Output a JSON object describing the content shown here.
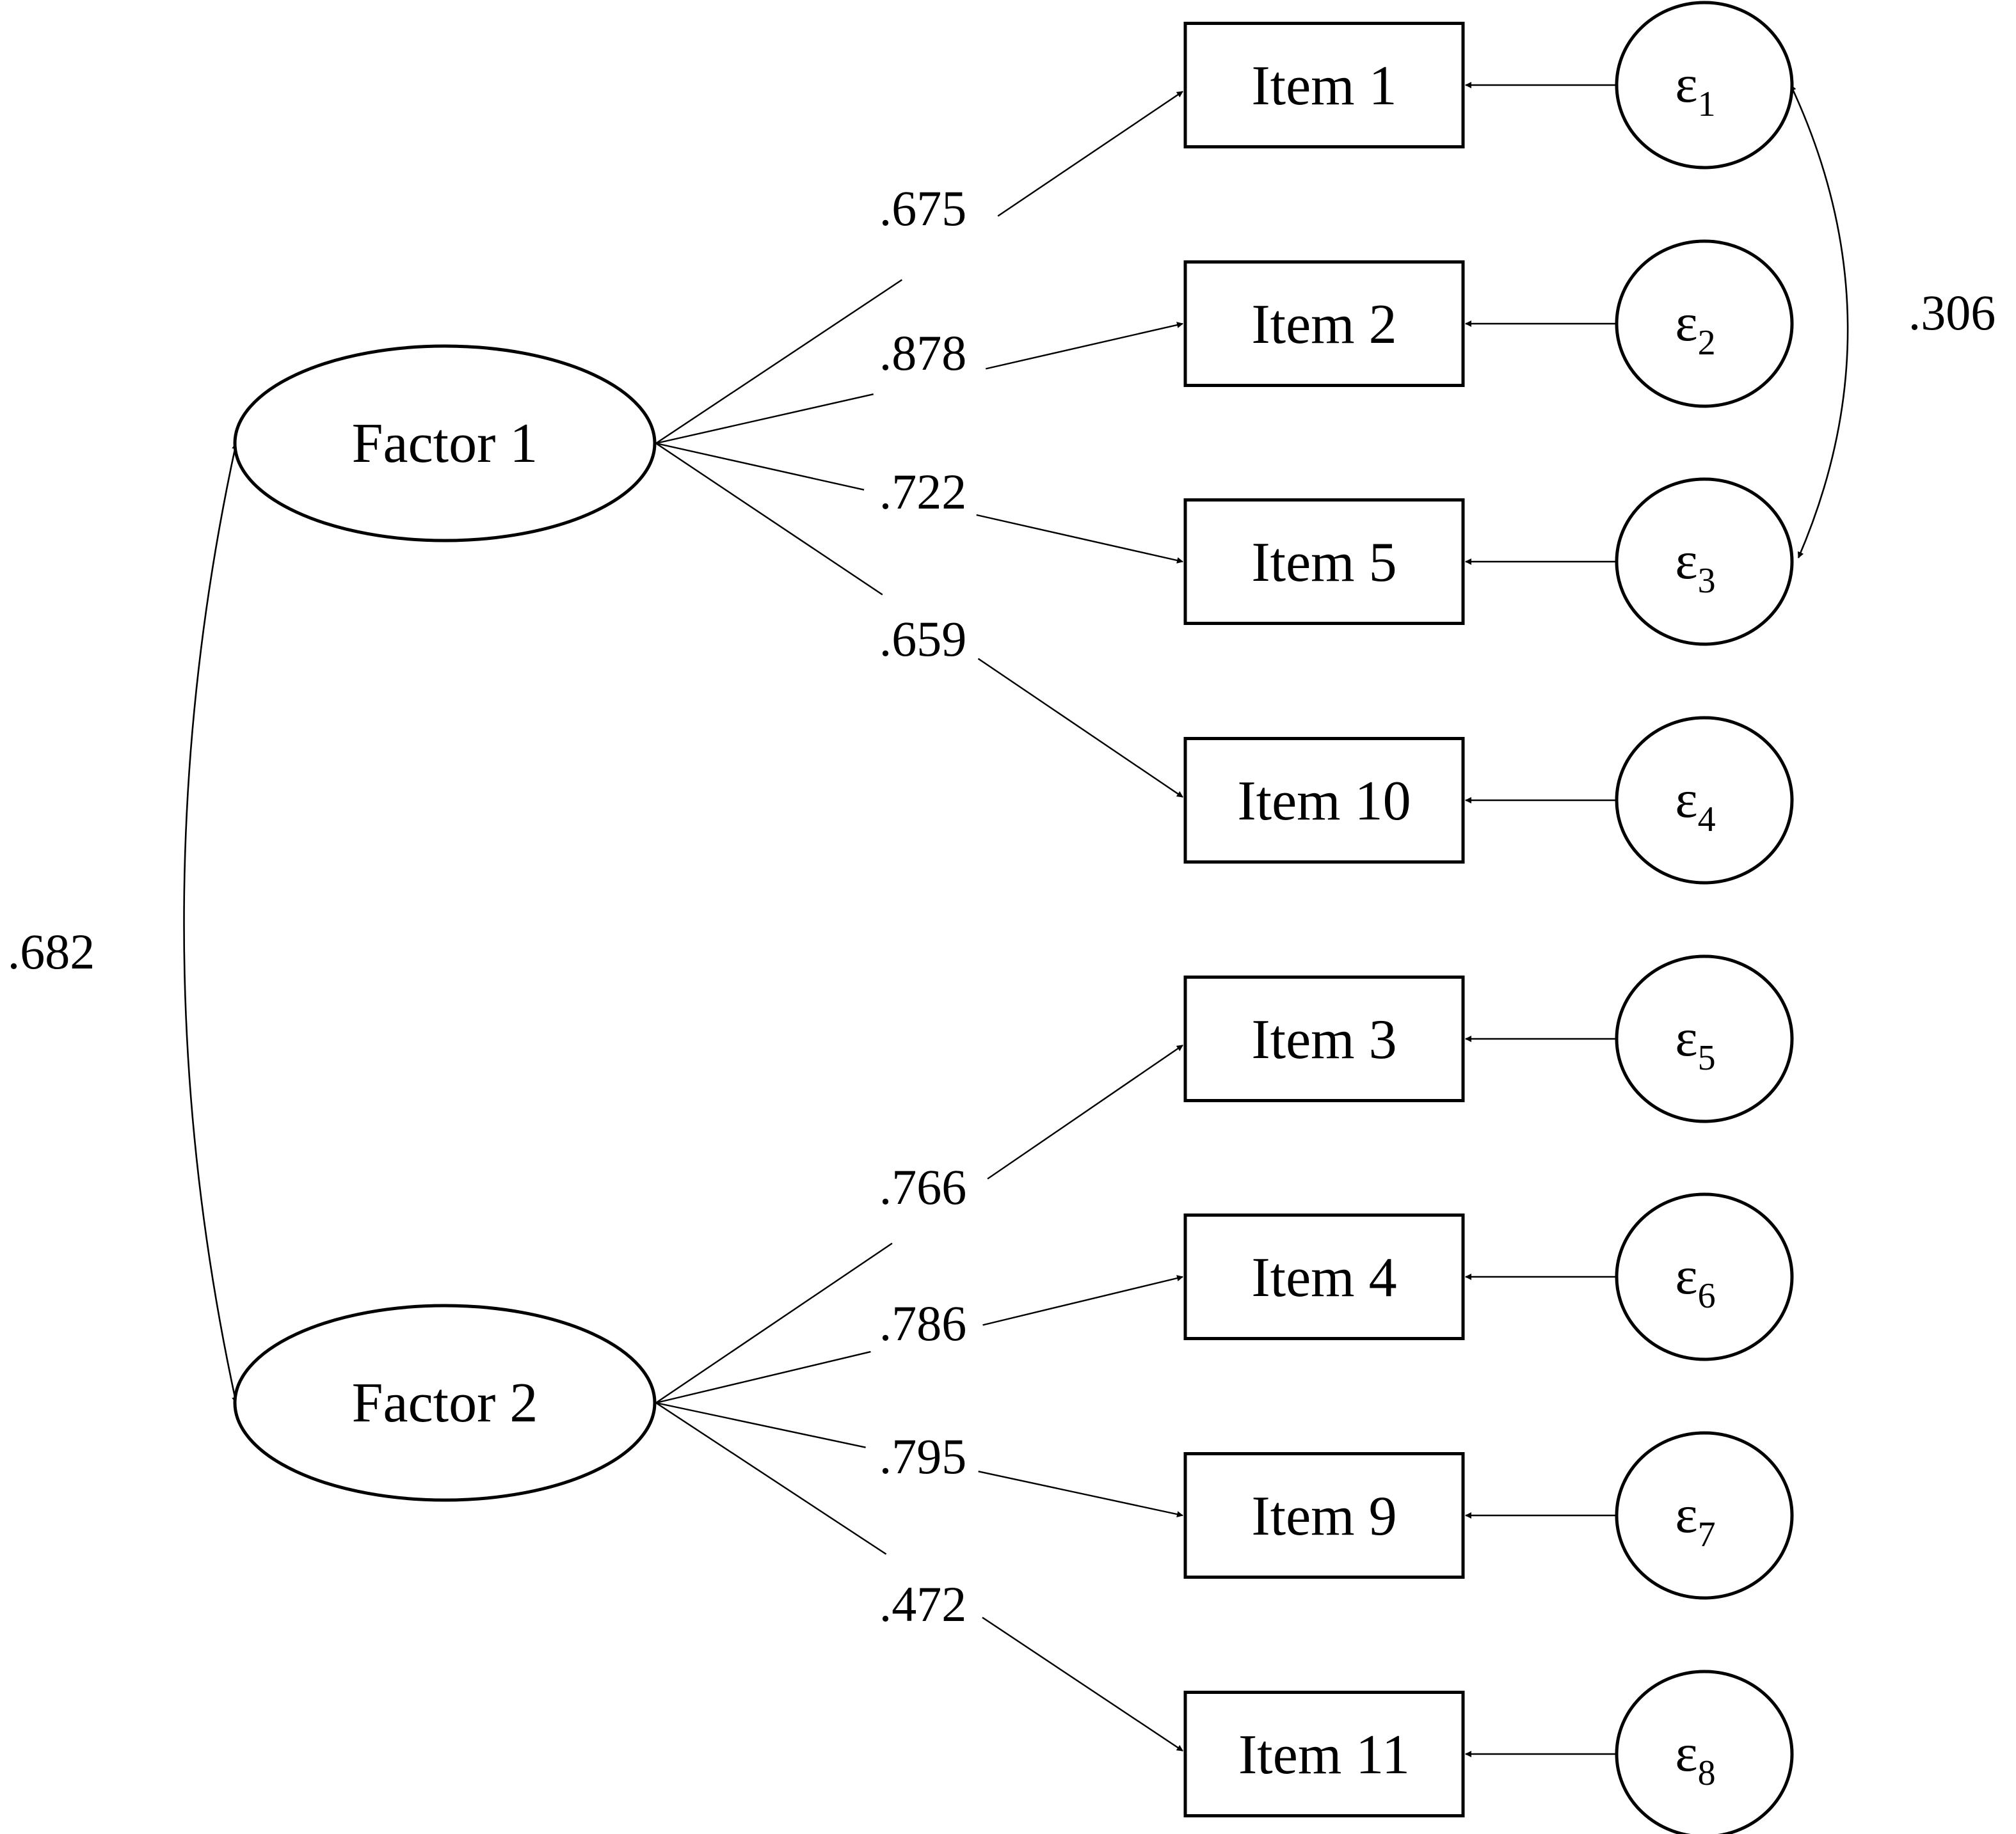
{
  "factors": [
    {
      "id": "f1",
      "label": "Factor 1"
    },
    {
      "id": "f2",
      "label": "Factor 2"
    }
  ],
  "items": [
    {
      "label": "Item 1",
      "factor": "f1",
      "loading": ".675",
      "error_symbol": "ε",
      "error_index": "1"
    },
    {
      "label": "Item 2",
      "factor": "f1",
      "loading": ".878",
      "error_symbol": "ε",
      "error_index": "2"
    },
    {
      "label": "Item 5",
      "factor": "f1",
      "loading": ".722",
      "error_symbol": "ε",
      "error_index": "3"
    },
    {
      "label": "Item 10",
      "factor": "f1",
      "loading": ".659",
      "error_symbol": "ε",
      "error_index": "4"
    },
    {
      "label": "Item 3",
      "factor": "f2",
      "loading": ".766",
      "error_symbol": "ε",
      "error_index": "5"
    },
    {
      "label": "Item 4",
      "factor": "f2",
      "loading": ".786",
      "error_symbol": "ε",
      "error_index": "6"
    },
    {
      "label": "Item 9",
      "factor": "f2",
      "loading": ".795",
      "error_symbol": "ε",
      "error_index": "7"
    },
    {
      "label": "Item 11",
      "factor": "f2",
      "loading": ".472",
      "error_symbol": "ε",
      "error_index": "8"
    }
  ],
  "factor_correlation": {
    "between": [
      "Factor 1",
      "Factor 2"
    ],
    "value": ".682"
  },
  "error_covariance": {
    "between": [
      "ε1",
      "ε3"
    ],
    "value": ".306"
  }
}
